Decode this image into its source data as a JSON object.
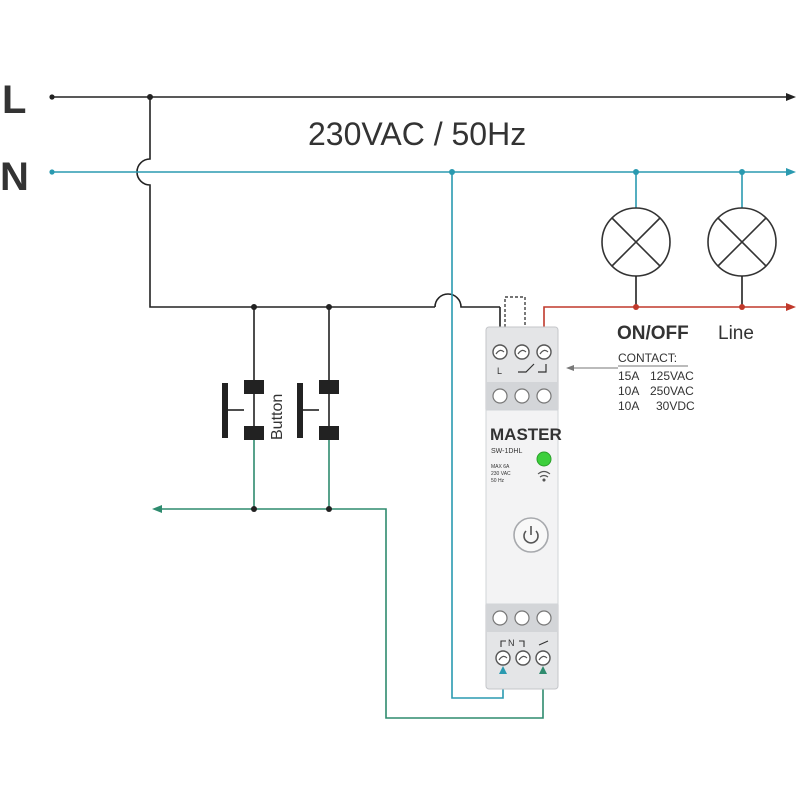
{
  "labels": {
    "line_l": "L",
    "line_n": "N",
    "supply": "230VAC / 50Hz",
    "on_off": "ON/OFF",
    "line": "Line",
    "button": "Button"
  },
  "contact": {
    "title": "CONTACT:",
    "rows": [
      {
        "current": "15A",
        "voltage": "125VAC"
      },
      {
        "current": "10A",
        "voltage": "250VAC"
      },
      {
        "current": "10A",
        "voltage": "30VDC"
      }
    ]
  },
  "device": {
    "brand": "MASTER",
    "model": "SW-1DHL",
    "spec_lines": [
      "MAX 6A",
      "230 VAC",
      "50 Hz"
    ],
    "top_terminal_label": "L",
    "bottom_terminal_label": "N"
  },
  "colors": {
    "phase_wire": "#222222",
    "neutral_wire": "#2a9ab0",
    "switched_wire": "#c0392b",
    "button_wire": "#2e8b6e",
    "status_led": "#3ccf3c"
  }
}
